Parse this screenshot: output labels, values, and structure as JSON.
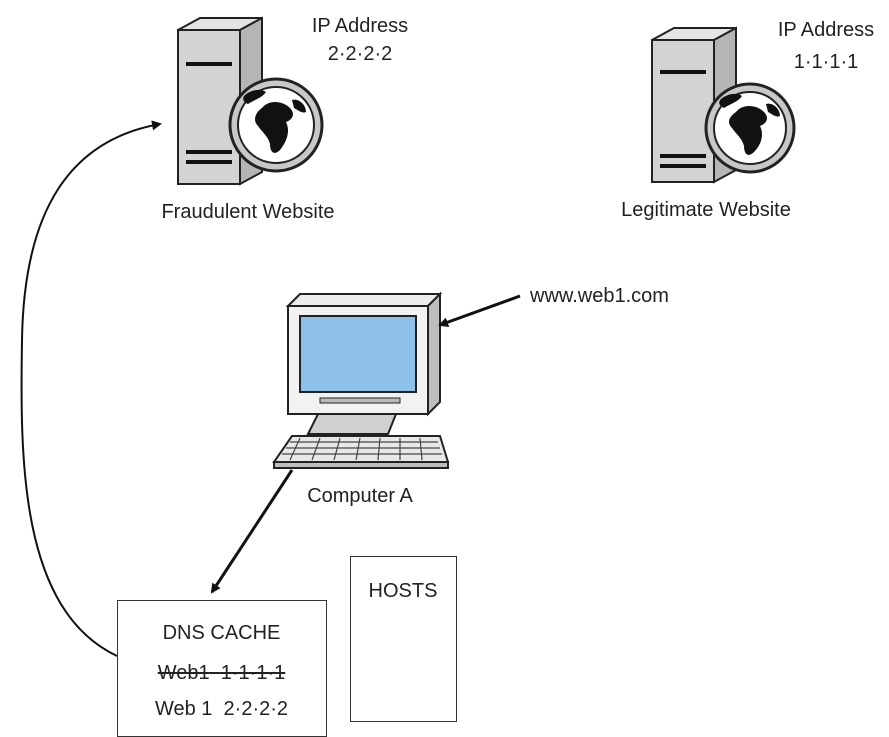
{
  "fraudulent_server": {
    "ip_label": "IP Address",
    "ip_value": "2·2·2·2",
    "caption": "Fraudulent Website"
  },
  "legitimate_server": {
    "ip_label": "IP Address",
    "ip_value": "1·1·1·1",
    "caption": "Legitimate Website"
  },
  "computer": {
    "caption": "Computer A",
    "url_label": "www.web1.com"
  },
  "dns_cache": {
    "title": "DNS CACHE",
    "entries": [
      {
        "host": "Web1",
        "ip": "1·1·1·1",
        "status": "struck-out"
      },
      {
        "host": "Web 1",
        "ip": "2·2·2·2",
        "status": "current"
      }
    ]
  },
  "hosts_file": {
    "title": "HOSTS"
  },
  "colors": {
    "screen": "#8ec1ea",
    "tower": "#d3d3d3",
    "globe": "#c8c8c8",
    "outline": "#222222"
  }
}
